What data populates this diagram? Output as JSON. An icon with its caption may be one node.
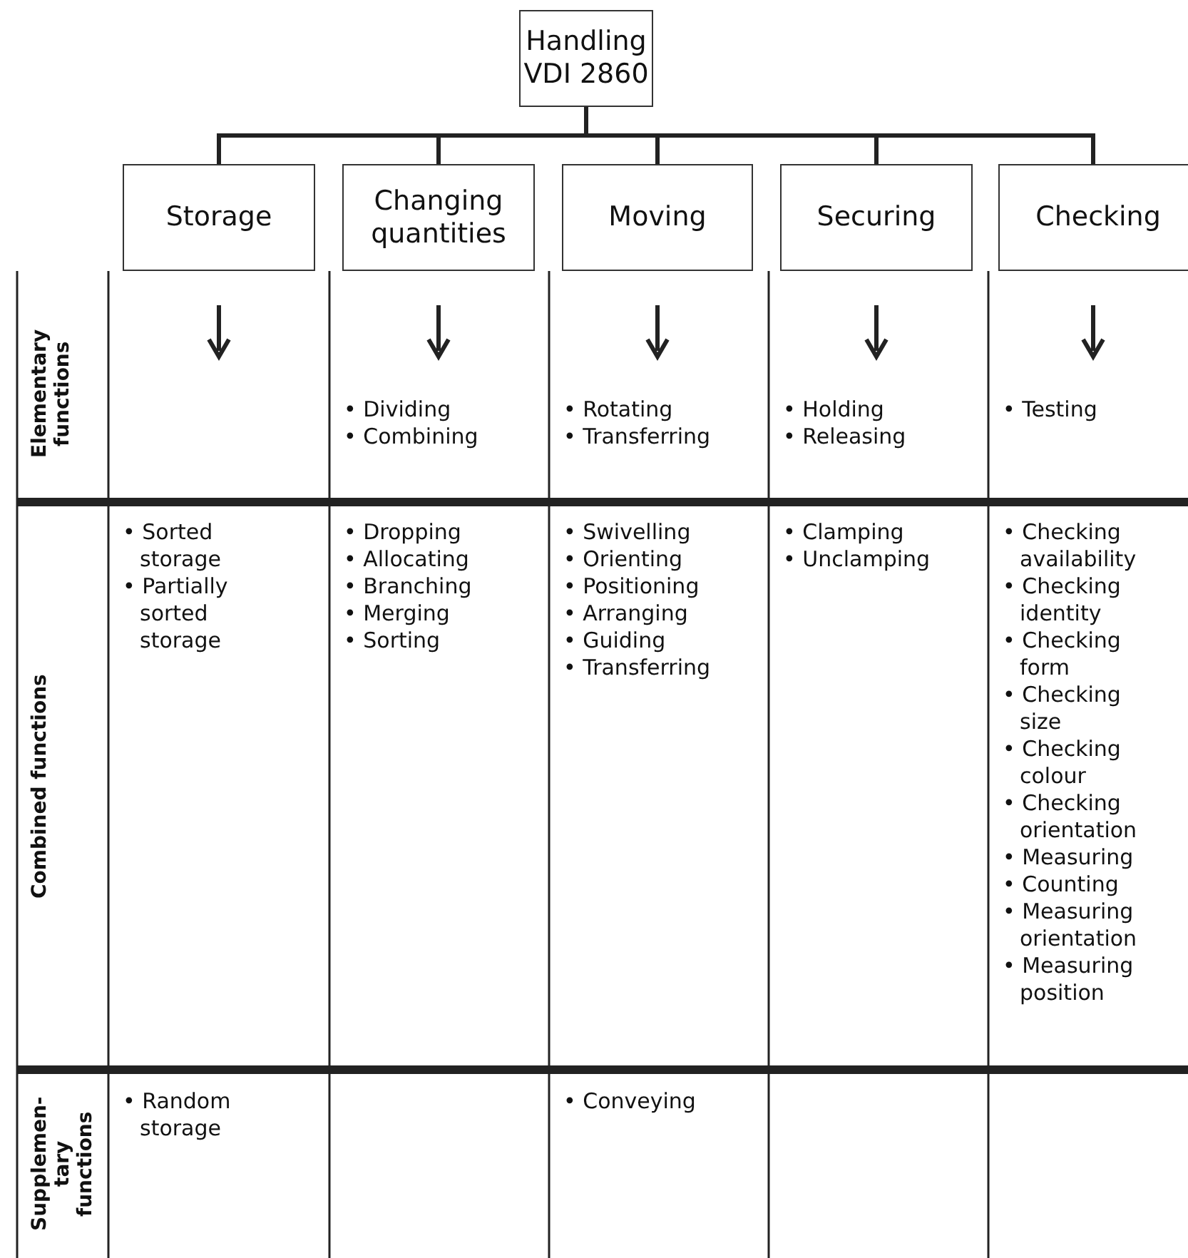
{
  "diagram": {
    "nodes": [
      {
        "text": [
          "Handling VDI 2860"
        ]
      },
      {
        "text": [
          "Storage"
        ]
      },
      {
        "text": [
          "Changing quantities"
        ]
      },
      {
        "text": [
          "Moving"
        ]
      },
      {
        "text": [
          "Securing"
        ]
      },
      {
        "text": [
          "Checking"
        ]
      }
    ],
    "edges": [
      {
        "from": 0,
        "to": 1,
        "arrow": "none"
      },
      {
        "from": 0,
        "to": 2,
        "arrow": "none"
      },
      {
        "from": 0,
        "to": 3,
        "arrow": "none"
      },
      {
        "from": 0,
        "to": 4,
        "arrow": "none"
      },
      {
        "from": 0,
        "to": 5,
        "arrow": "none"
      }
    ],
    "labels": [
      "Elementary functions",
      "• Dividing",
      "• Combining",
      "• Rotating",
      "• Transferring",
      "• Holding",
      "• Releasing",
      "• Testing",
      "Combined functions",
      "• Sorted storage",
      "• Partially sorted storage",
      "• Dropping",
      "• Allocating",
      "• Branching",
      "• Merging",
      "• Sorting",
      "• Swivelling",
      "• Orienting",
      "• Positioning",
      "• Arranging",
      "• Guiding",
      "• Transferring",
      "• Clamping",
      "• Unclamping",
      "• Checking availability",
      "• Checking identity",
      "• Checking form",
      "• Checking size",
      "• Checking colour",
      "• Checking orientation",
      "• Measuring",
      "• Counting",
      "• Measuring orientation",
      "• Measuring position",
      "Supplemen-tary functions",
      "• Random storage",
      "• Conveying"
    ]
  }
}
